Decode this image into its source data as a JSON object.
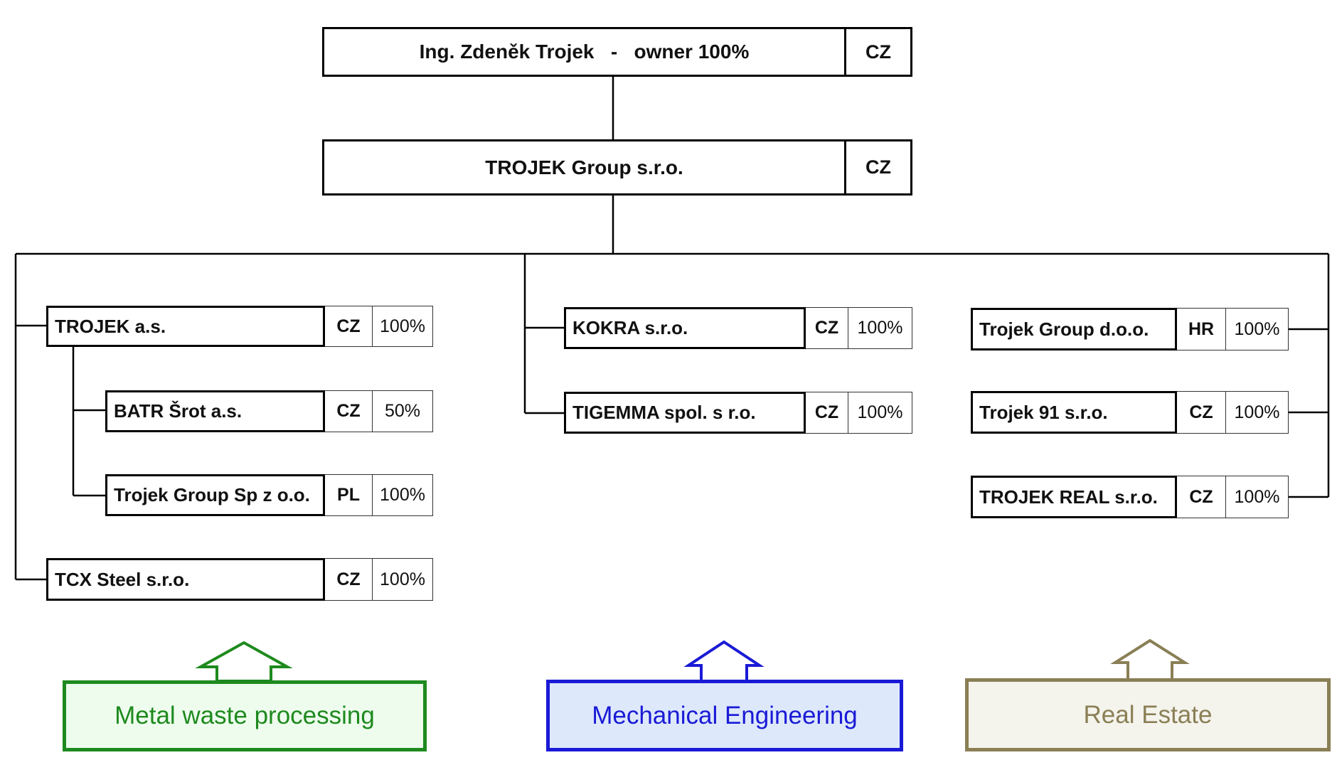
{
  "owner": {
    "name": "Ing. Zdeněk Trojek   -   owner 100%",
    "country": "CZ"
  },
  "holding": {
    "name": "TROJEK Group s.r.o.",
    "country": "CZ"
  },
  "companies": [
    {
      "name": "TROJEK a.s.",
      "country": "CZ",
      "share": "100%"
    },
    {
      "name": "BATR Šrot a.s.",
      "country": "CZ",
      "share": "50%"
    },
    {
      "name": "Trojek Group Sp z o.o.",
      "country": "PL",
      "share": "100%"
    },
    {
      "name": "TCX Steel s.r.o.",
      "country": "CZ",
      "share": "100%"
    },
    {
      "name": "KOKRA s.r.o.",
      "country": "CZ",
      "share": "100%"
    },
    {
      "name": "TIGEMMA spol. s r.o.",
      "country": "CZ",
      "share": "100%"
    },
    {
      "name": "Trojek Group d.o.o.",
      "country": "HR",
      "share": "100%"
    },
    {
      "name": "Trojek 91 s.r.o.",
      "country": "CZ",
      "share": "100%"
    },
    {
      "name": "TROJEK REAL s.r.o.",
      "country": "CZ",
      "share": "100%"
    }
  ],
  "categories": [
    {
      "label": "Metal waste processing",
      "color": "#1e8a1e",
      "fill": "#eefcee"
    },
    {
      "label": "Mechanical Engineering",
      "color": "#1a1ad6",
      "fill": "#dde9fb"
    },
    {
      "label": "Real Estate",
      "color": "#8a7f55",
      "fill": "#f4f3ec"
    }
  ]
}
